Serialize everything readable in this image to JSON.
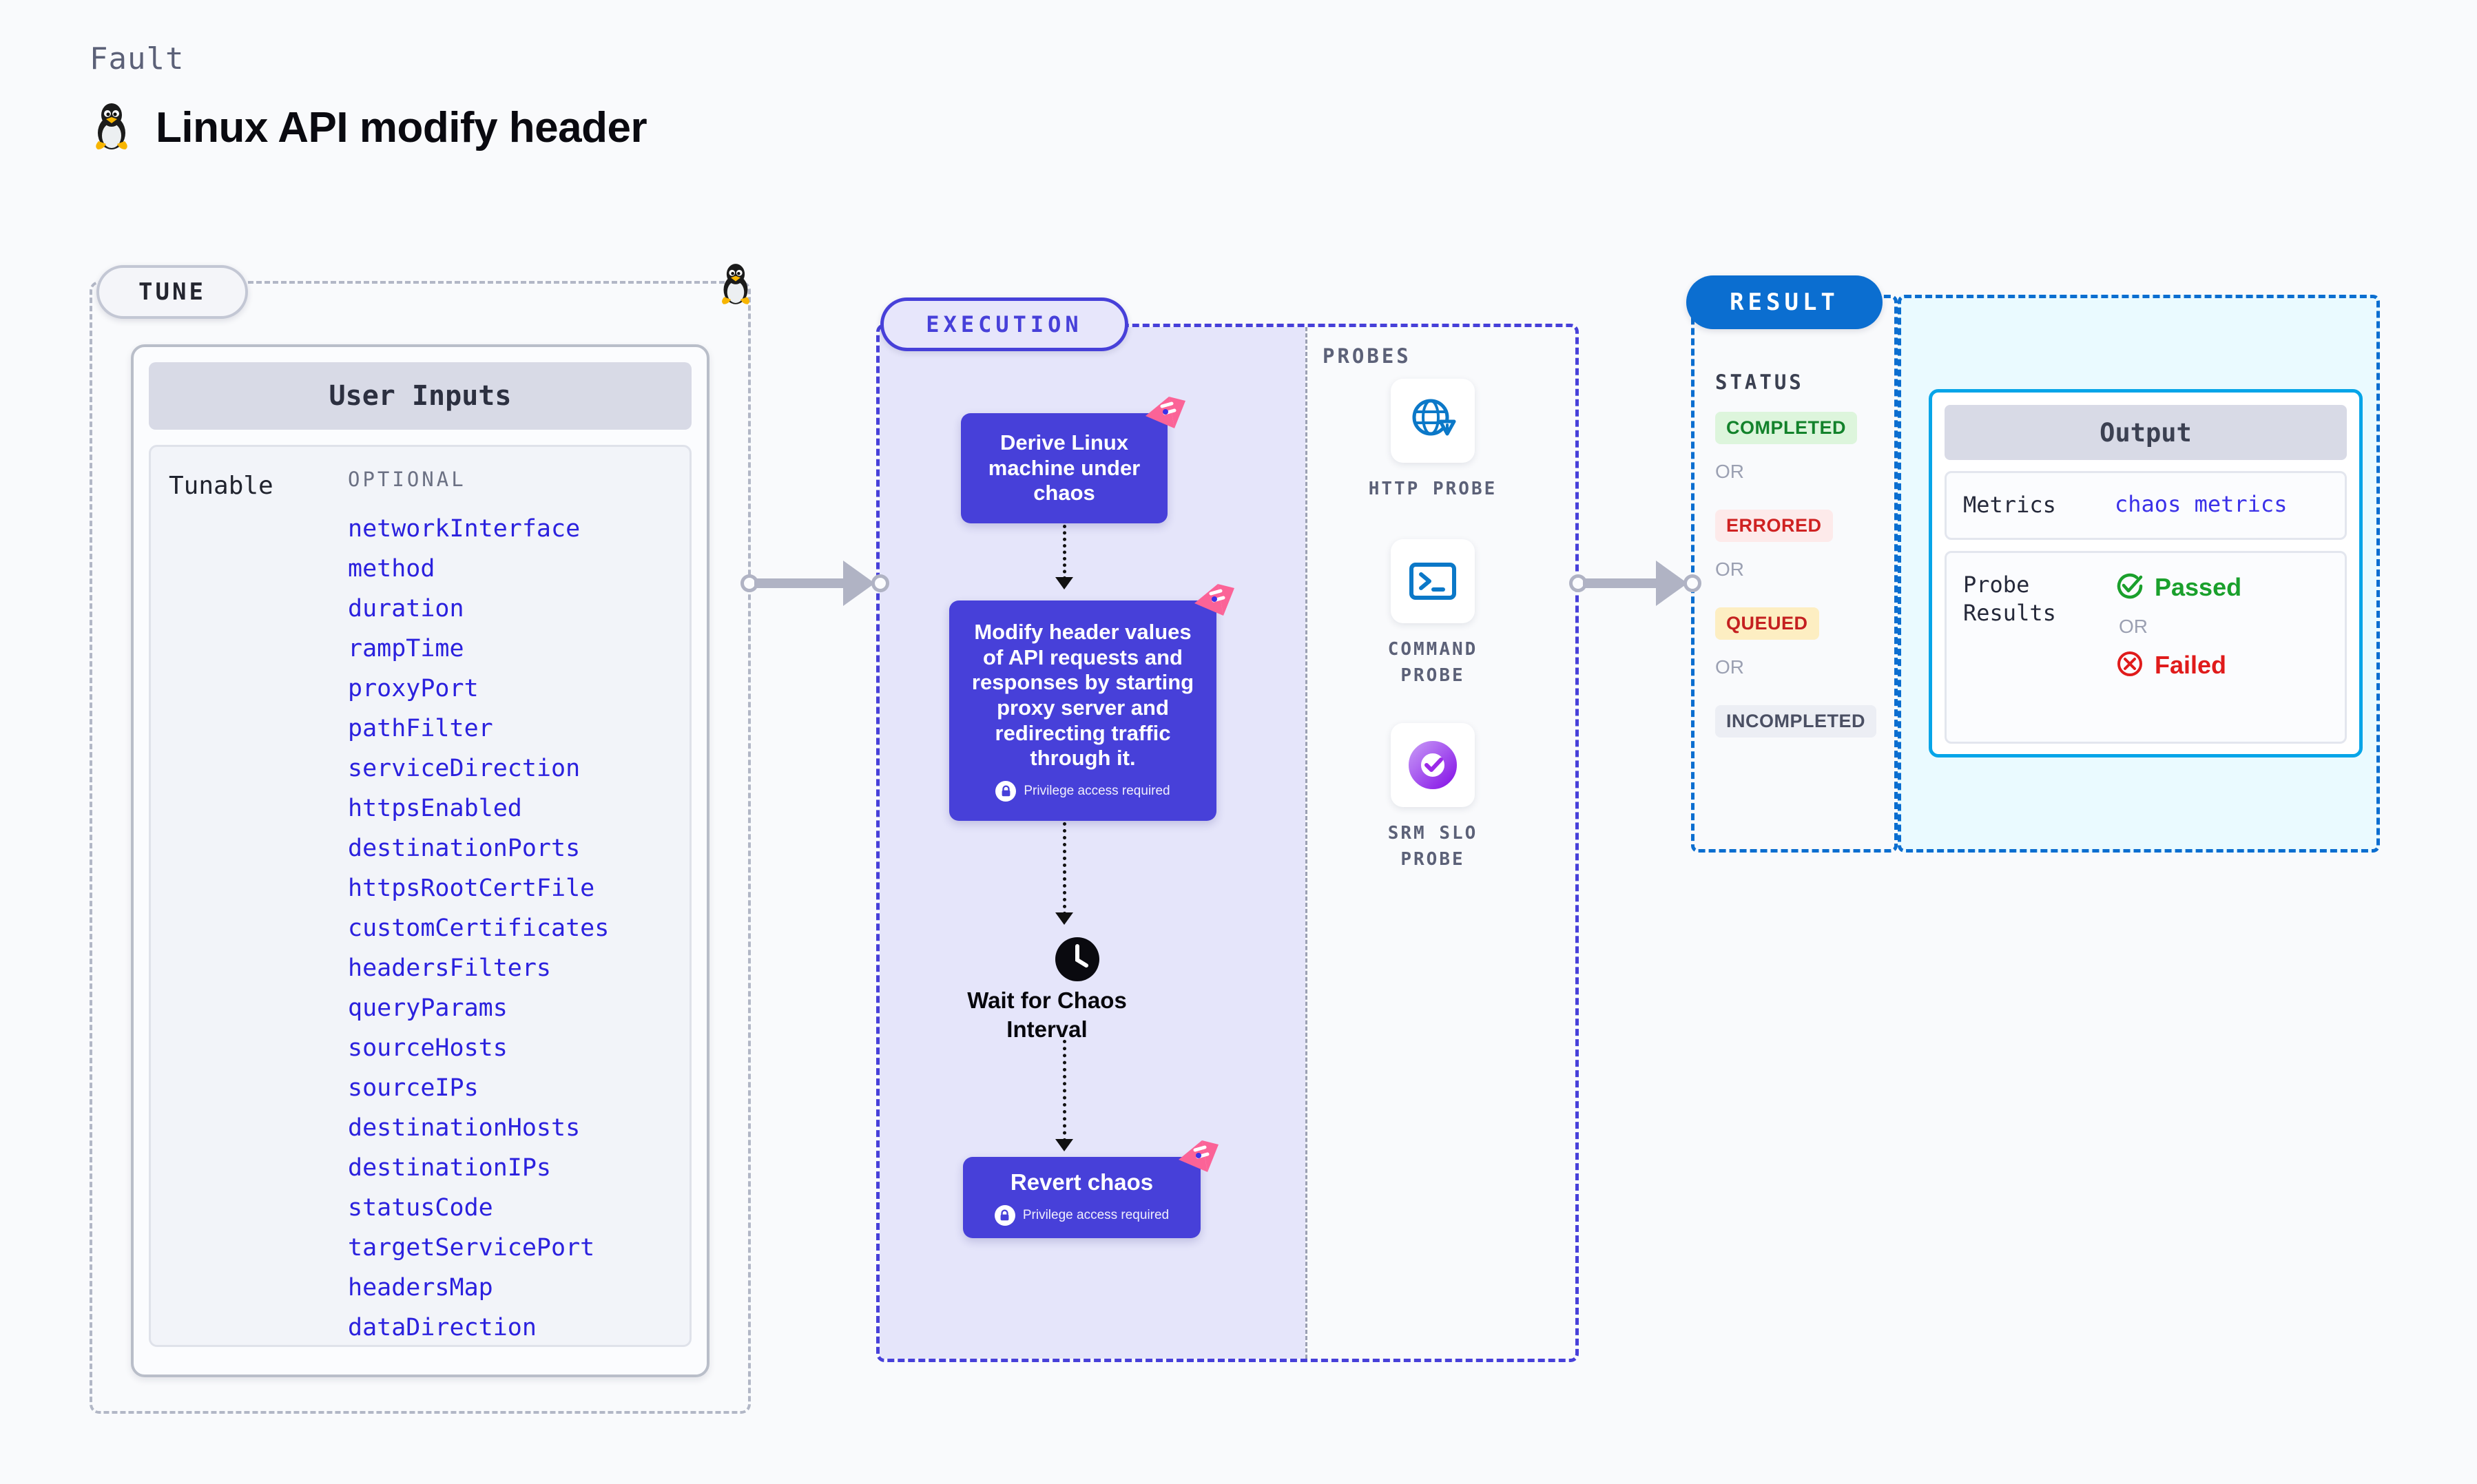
{
  "header": {
    "eyebrow": "Fault",
    "title": "Linux API modify header",
    "os_icon": "linux-penguin-icon"
  },
  "tune": {
    "pill_label": "TUNE",
    "card_header": "User Inputs",
    "tunable_label": "Tunable",
    "optional_label": "OPTIONAL",
    "params": [
      "networkInterface",
      "method",
      "duration",
      "rampTime",
      "proxyPort",
      "pathFilter",
      "serviceDirection",
      "httpsEnabled",
      "destinationPorts",
      "httpsRootCertFile",
      "customCertificates",
      "headersFilters",
      "queryParams",
      "sourceHosts",
      "sourceIPs",
      "destinationHosts",
      "destinationIPs",
      "statusCode",
      "targetServicePort",
      "headersMap",
      "dataDirection"
    ]
  },
  "execution": {
    "pill_label": "EXECUTION",
    "nodes": [
      {
        "id": "derive",
        "title": "Derive Linux machine under chaos",
        "privilege": null,
        "badge": "chaos-flag-icon"
      },
      {
        "id": "modify",
        "title": "Modify header values of API requests and responses by starting proxy server and redirecting traffic through it.",
        "privilege": "Privilege access required",
        "badge": "chaos-flag-icon"
      },
      {
        "id": "wait",
        "title": "Wait for Chaos Interval",
        "privilege": null,
        "badge": "clock-icon"
      },
      {
        "id": "revert",
        "title": "Revert chaos",
        "privilege": "Privilege access required",
        "badge": "chaos-flag-icon"
      }
    ]
  },
  "probes": {
    "title": "PROBES",
    "items": [
      {
        "label": "HTTP PROBE",
        "icon": "globe-warning-icon"
      },
      {
        "label": "COMMAND PROBE",
        "icon": "terminal-icon"
      },
      {
        "label": "SRM SLO PROBE",
        "icon": "donut-check-icon"
      }
    ]
  },
  "result": {
    "pill_label": "RESULT",
    "status_title": "STATUS",
    "or_label": "OR",
    "statuses": [
      {
        "label": "COMPLETED",
        "bg": "#ddf5dc",
        "fg": "#13822b"
      },
      {
        "label": "ERRORED",
        "bg": "#fdeaea",
        "fg": "#cf2222"
      },
      {
        "label": "QUEUED",
        "bg": "#fdeec2",
        "fg": "#c42020"
      },
      {
        "label": "INCOMPLETED",
        "bg": "#eceef4",
        "fg": "#4a4f63"
      }
    ],
    "output": {
      "header": "Output",
      "metrics_key": "Metrics",
      "metrics_value": "chaos metrics",
      "probe_results_key": "Probe Results",
      "passed_label": "Passed",
      "failed_label": "Failed",
      "or_label": "OR",
      "passed_color": "#1aa02c",
      "failed_color": "#e01b1b"
    }
  },
  "colors": {
    "node_purple": "#4740d9",
    "exec_fill": "#e5e5fa",
    "result_blue": "#0b6ed0",
    "output_border": "#07a5e8",
    "chaos_pink": "#fb6397",
    "param_blue": "#2b21de"
  }
}
